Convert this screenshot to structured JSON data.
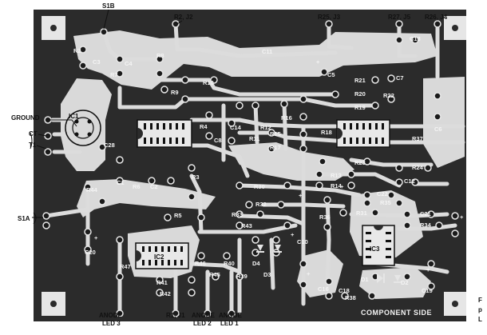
{
  "board_title": "COMPONENT SIDE",
  "edge_labels": {
    "s1b": "S1B",
    "r2_j2": "R2, J2",
    "r25_j3": "R25, J3",
    "r27_j5": "R27, J5",
    "r26_j4": "R26, J4",
    "ground": "GROUND",
    "ct": "CT",
    "t1": "T1",
    "s1a": "S1A",
    "anode_led3_a": "ANODE",
    "anode_led3_b": "LED 3",
    "r1_j1": "R1, J1",
    "anode_led2_a": "ANODE",
    "anode_led2_b": "LED 2",
    "anode_led1_a": "ANODE",
    "anode_led1_b": "LED 1"
  },
  "parts": {
    "r2": "R2",
    "c3": "C3",
    "c4": "C4",
    "r7": "R7",
    "r8": "R8",
    "r9": "R9",
    "r10": "R10",
    "c11": "C11",
    "c5": "C5",
    "c13": "C13",
    "c7": "C7",
    "r21": "R21",
    "r20": "R20",
    "r19": "R19",
    "r22": "R22",
    "c6": "C6",
    "ic1": "IC1",
    "r4": "R4",
    "c14": "C14",
    "c8": "C8",
    "r12": "R12",
    "r11": "R11",
    "r16": "R16",
    "r15": "R15",
    "r17": "R17",
    "r18": "R18",
    "r37": "R37",
    "c28": "C28",
    "r23": "R23",
    "r24": "R24",
    "c12": "C12",
    "r13": "R13",
    "r14": "R14",
    "c1": "C1",
    "r6": "R6",
    "c2": "C2",
    "r44": "R44",
    "r3": "R3",
    "r30": "R30",
    "r32": "R32",
    "c22": "C22",
    "r35": "R35",
    "r5": "R5",
    "r33": "R33",
    "r43": "R43",
    "r36": "R36",
    "r31": "R31",
    "c21": "C21",
    "r34": "R34",
    "c17": "C17",
    "c20": "C20",
    "c10": "C10",
    "ic3": "IC3",
    "r47": "R47",
    "ic2": "IC2",
    "r46": "R46",
    "r40": "R40",
    "d4": "D4",
    "d3": "D3",
    "r41": "R41",
    "r42": "R42",
    "r45": "R45",
    "r39": "R39",
    "d1": "D1",
    "d2": "D2",
    "c16": "C16",
    "c18": "C18",
    "r38": "R38",
    "c19": "C19"
  },
  "polarity_mark": "+"
}
